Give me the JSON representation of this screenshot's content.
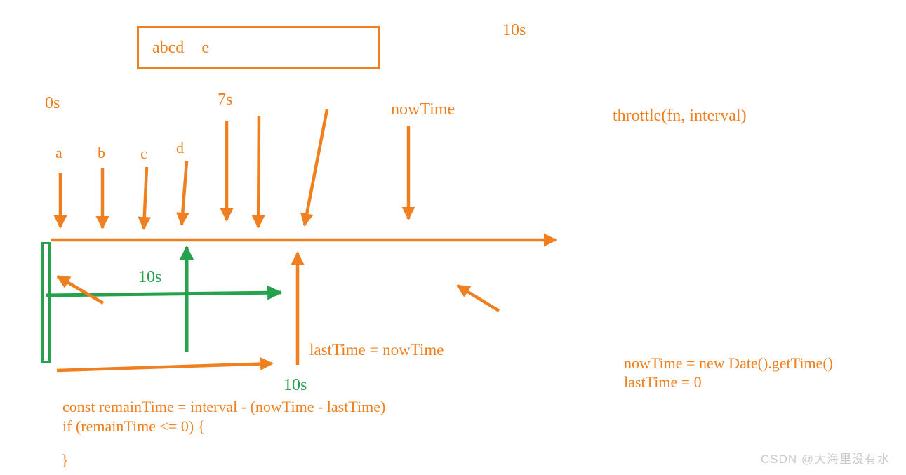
{
  "colors": {
    "orange": "#F0801F",
    "green": "#27A24C",
    "watermark": "#C9C9C9",
    "background": "#FFFFFF"
  },
  "diagram": {
    "title_box": {
      "labels": [
        "abcd",
        "e"
      ]
    },
    "time_labels": {
      "zero": "0s",
      "seven": "7s",
      "ten_top": "10s",
      "ten_mid_green": "10s",
      "ten_bottom_green": "10s"
    },
    "event_labels": [
      "a",
      "b",
      "c",
      "d"
    ],
    "now_time_label": "nowTime",
    "throttle_signature": "throttle(fn, interval)",
    "assignment_label": "lastTime = nowTime",
    "init_lines": [
      "nowTime = new Date().getTime()",
      "lastTime = 0"
    ],
    "code_lines": [
      "const remainTime = interval - (nowTime - lastTime)",
      "if (remainTime <= 0) {",
      "}"
    ]
  },
  "watermark": "CSDN @大海里没有水"
}
